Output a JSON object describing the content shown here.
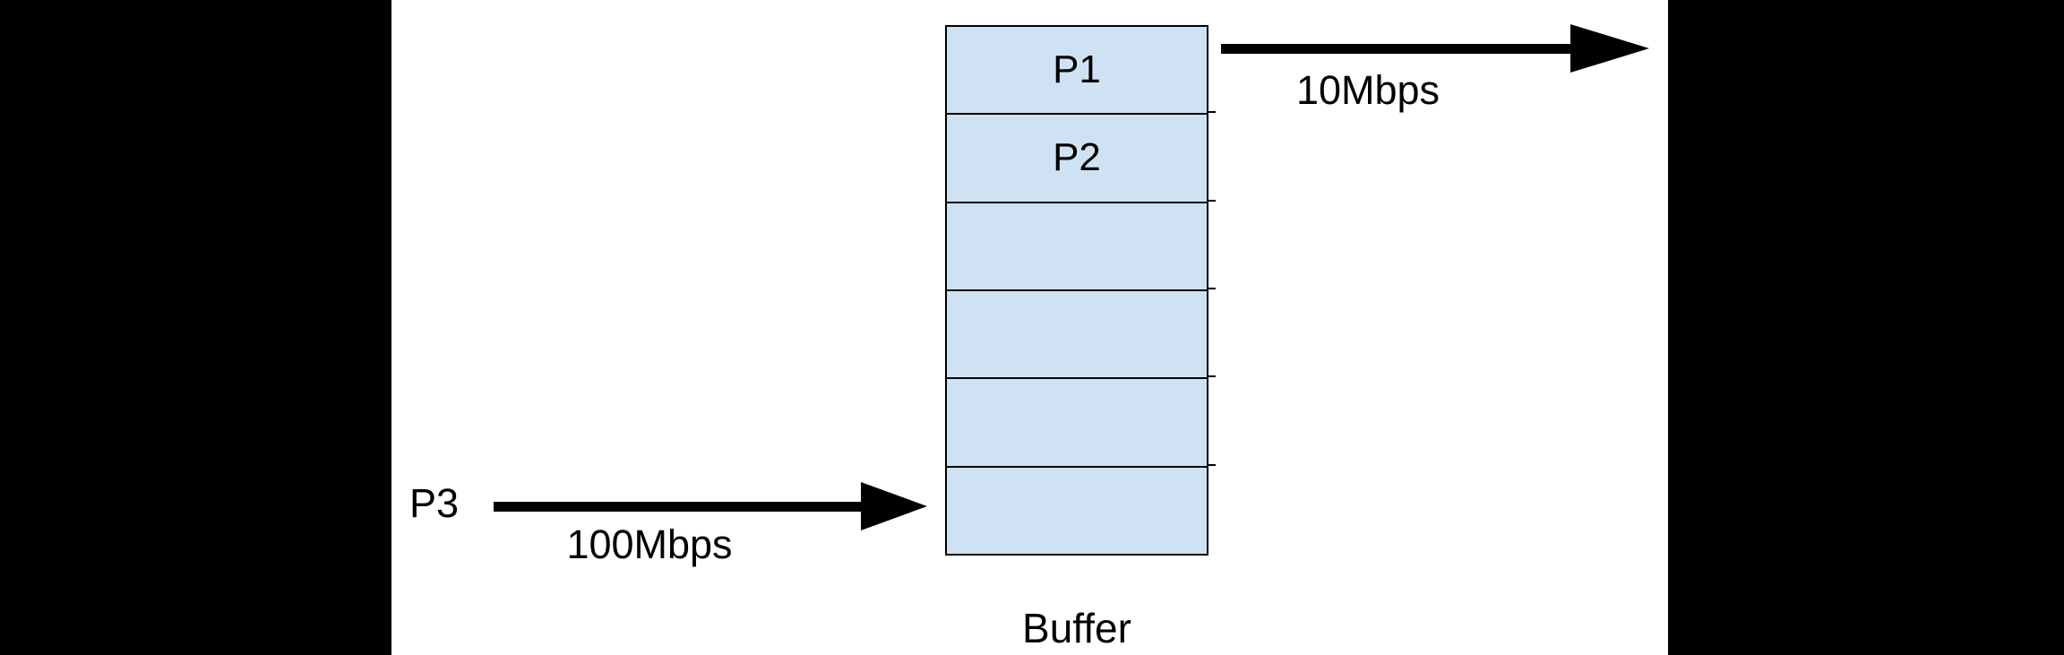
{
  "buffer": {
    "label": "Buffer",
    "cells": [
      "P1",
      "P2",
      "",
      "",
      "",
      ""
    ]
  },
  "input": {
    "packet_label": "P3",
    "rate_label": "100Mbps"
  },
  "output": {
    "rate_label": "10Mbps"
  },
  "colors": {
    "page_bg": "#000000",
    "canvas_bg": "#ffffff",
    "cell_fill": "#cfe2f3",
    "stroke": "#000000"
  }
}
